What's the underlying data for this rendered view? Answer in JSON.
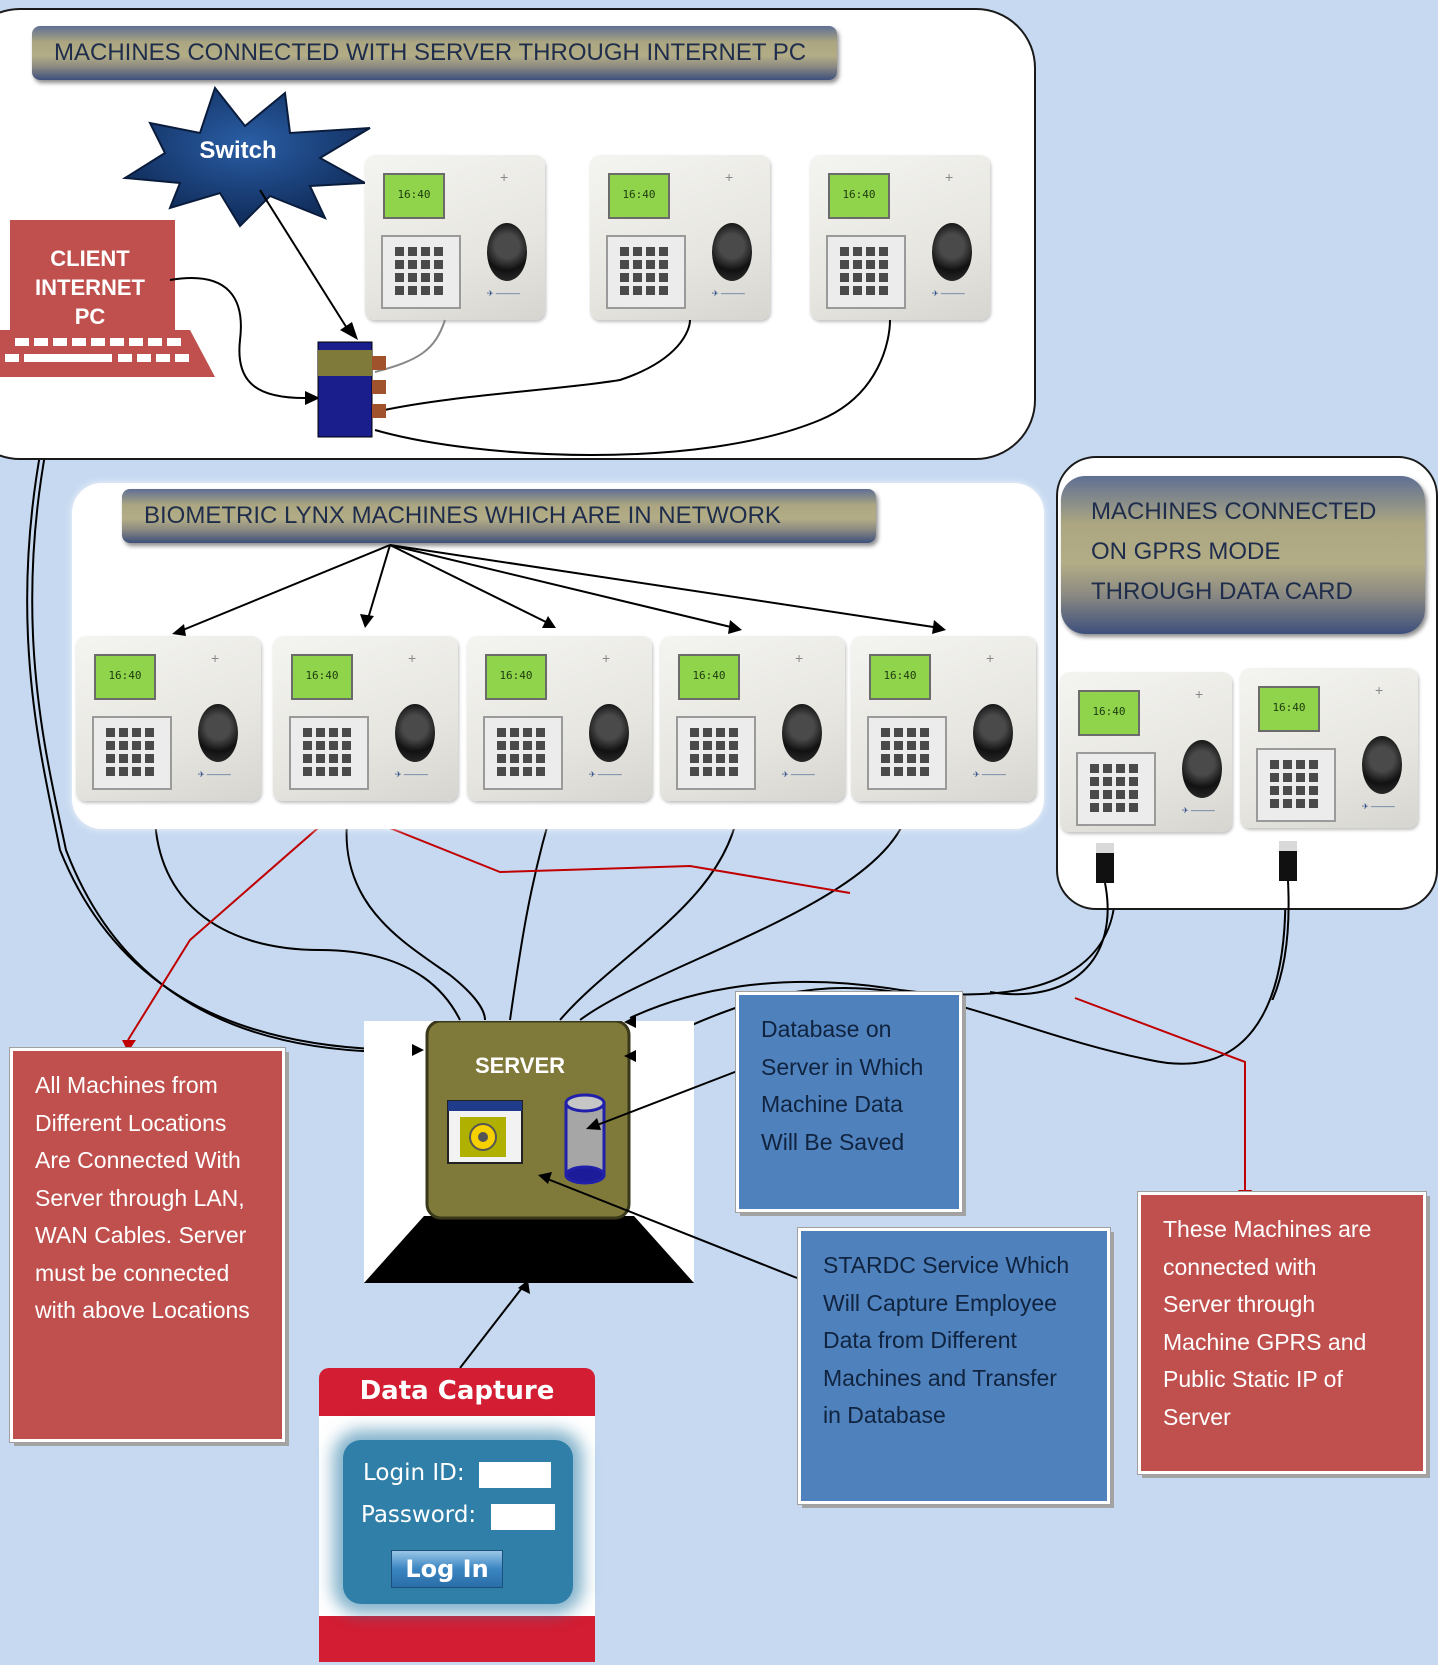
{
  "top_panel": {
    "title": "MACHINES CONNECTED WITH SERVER THROUGH INTERNET PC"
  },
  "switch": {
    "label": "Switch"
  },
  "client_pc": {
    "line1": "CLIENT",
    "line2": "INTERNET",
    "line3": "PC"
  },
  "network_panel": {
    "title": "BIOMETRIC LYNX MACHINES WHICH ARE IN NETWORK"
  },
  "gprs_panel": {
    "line1": "MACHINES CONNECTED",
    "line2": "ON GPRS MODE",
    "line3": "THROUGH DATA CARD"
  },
  "machine_display": "16:40",
  "server": {
    "label": "SERVER"
  },
  "notes": {
    "left": [
      "All Machines from",
      "Different Locations",
      "Are Connected With",
      "Server through LAN,",
      "WAN Cables. Server",
      "must be connected",
      "with above Locations"
    ],
    "database": [
      "Database on",
      "Server in Which",
      "Machine Data",
      "Will Be Saved"
    ],
    "service": [
      "STARDC Service Which",
      "Will Capture Employee",
      "Data from Different",
      "Machines and Transfer",
      "in Database"
    ],
    "gprs": [
      "These Machines are",
      "connected with",
      "Server through",
      "Machine GPRS and",
      "Public Static IP of",
      "Server"
    ]
  },
  "login": {
    "title": "Data Capture",
    "login_label": "Login ID:",
    "password_label": "Password:",
    "button": "Log In"
  },
  "colors": {
    "background": "#c6d9f1",
    "red_note": "#c0504d",
    "blue_note": "#4f81bd",
    "server": "#7f7a3a",
    "login_red": "#d31d33",
    "login_blue": "#2f7fa8"
  }
}
